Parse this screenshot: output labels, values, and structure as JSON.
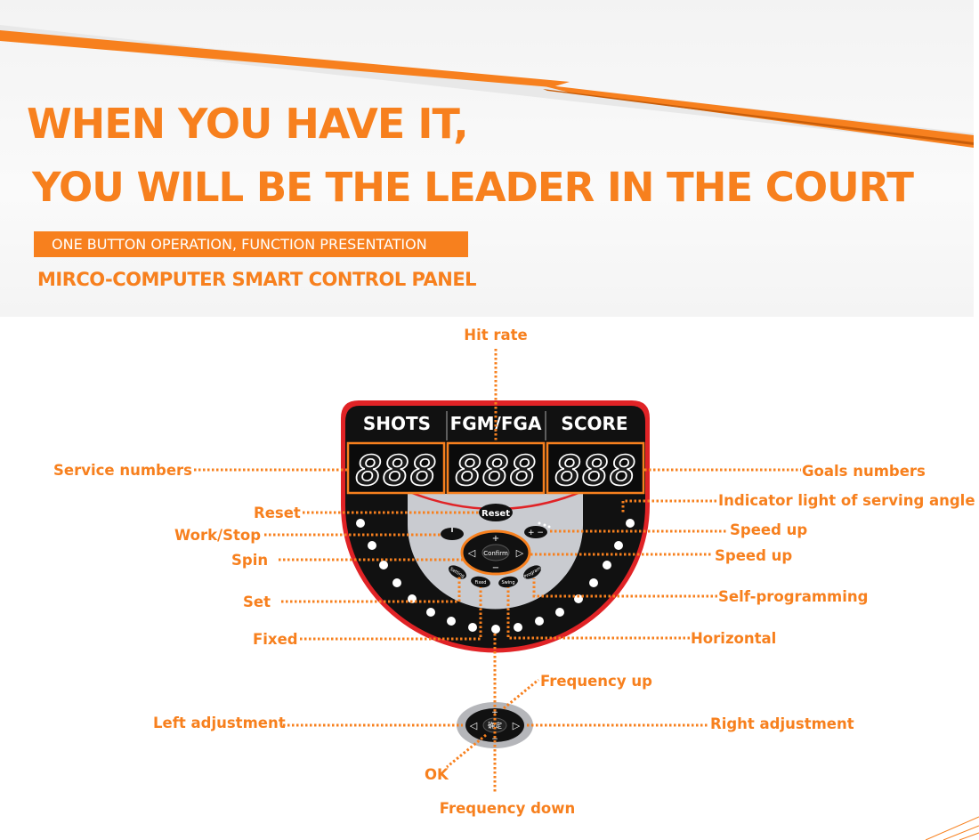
{
  "headline": {
    "line1": "WHEN YOU HAVE IT,",
    "line2": "YOU WILL BE THE LEADER IN THE COURT"
  },
  "tagline": "ONE BUTTON OPERATION, FUNCTION PRESENTATION",
  "subtitle": "MIRCO-COMPUTER SMART CONTROL PANEL",
  "panel": {
    "headers": [
      "SHOTS",
      "FGM/FGA",
      "SCORE"
    ],
    "display_digits": "888",
    "buttons": {
      "reset": "Reset",
      "confirm": "Confirm",
      "plus": "+",
      "minus": "−",
      "left": "◁",
      "right": "▷",
      "setting": "Setting",
      "fixed": "Fixed",
      "swing": "Swing",
      "program": "Program"
    }
  },
  "remote": {
    "ok": "确定",
    "plus": "+",
    "minus": "−",
    "left": "◁",
    "right": "▷"
  },
  "labels": {
    "hit_rate": "Hit rate",
    "service_numbers": "Service numbers",
    "goals_numbers": "Goals numbers",
    "indicator_light": "Indicator light of serving angle",
    "reset": "Reset",
    "work_stop": "Work/Stop",
    "speed_up_1": "Speed up",
    "spin": "Spin",
    "speed_up_2": "Speed up",
    "set": "Set",
    "self_programming": "Self-programming",
    "fixed": "Fixed",
    "horizontal": "Horizontal",
    "frequency_up": "Frequency up",
    "left_adjustment": "Left adjustment",
    "right_adjustment": "Right adjustment",
    "ok": "OK",
    "frequency_down": "Frequency down"
  },
  "colors": {
    "accent": "#f7801e",
    "panel_red": "#e02326",
    "panel_black": "#111111",
    "panel_grey": "#c9cbd0"
  }
}
